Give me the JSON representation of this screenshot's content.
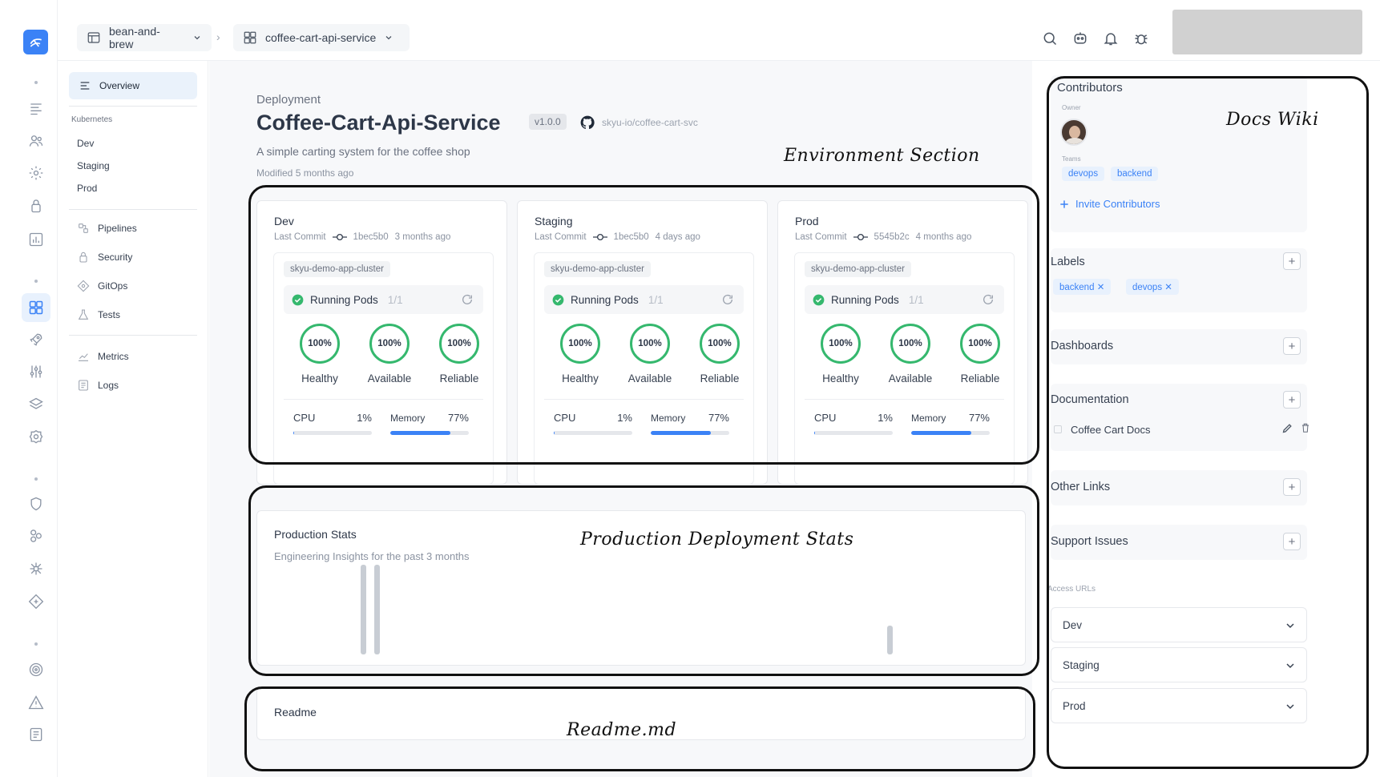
{
  "rail": {
    "icons": [
      "logo-icon",
      "dot",
      "menu-lines-icon",
      "users-icon",
      "settings-icon",
      "lock-icon",
      "bar-chart-icon",
      "dot",
      "services-grid-icon",
      "rocket-icon",
      "sliders-icon",
      "layers-icon",
      "badge-icon",
      "dot",
      "shield-icon",
      "hexagons-icon",
      "cluster-icon",
      "diamond-icon",
      "dot",
      "target-icon",
      "warning-icon",
      "document-icon"
    ]
  },
  "topbar": {
    "org": "bean-and-brew",
    "service": "coffee-cart-api-service",
    "separator": "›"
  },
  "sidebar": {
    "overview": "Overview",
    "kubernetes_label": "Kubernetes",
    "environments": [
      "Dev",
      "Staging",
      "Prod"
    ],
    "tools": [
      "Pipelines",
      "Security",
      "GitOps",
      "Tests"
    ],
    "observability": [
      "Metrics",
      "Logs"
    ]
  },
  "deployment": {
    "label": "Deployment",
    "title": "Coffee-Cart-Api-Service",
    "version": "v1.0.0",
    "repo": "skyu-io/coffee-cart-svc",
    "description": "A simple carting system for the coffee shop",
    "modified": "Modified 5 months ago"
  },
  "environments": [
    {
      "name": "Dev",
      "last_commit_label": "Last Commit",
      "commit": "1bec5b0",
      "time": "3 months ago",
      "cluster": "skyu-demo-app-cluster",
      "pods_label": "Running Pods",
      "pods": "1/1",
      "metrics": [
        {
          "value": "100%",
          "label": "Healthy"
        },
        {
          "value": "100%",
          "label": "Available"
        },
        {
          "value": "100%",
          "label": "Reliable"
        }
      ],
      "cpu_label": "CPU",
      "cpu": "1%",
      "cpu_frac": 0.01,
      "memory_label": "Memory",
      "memory": "77%",
      "memory_frac": 0.77
    },
    {
      "name": "Staging",
      "last_commit_label": "Last Commit",
      "commit": "1bec5b0",
      "time": "4 days ago",
      "cluster": "skyu-demo-app-cluster",
      "pods_label": "Running Pods",
      "pods": "1/1",
      "metrics": [
        {
          "value": "100%",
          "label": "Healthy"
        },
        {
          "value": "100%",
          "label": "Available"
        },
        {
          "value": "100%",
          "label": "Reliable"
        }
      ],
      "cpu_label": "CPU",
      "cpu": "1%",
      "cpu_frac": 0.01,
      "memory_label": "Memory",
      "memory": "77%",
      "memory_frac": 0.77
    },
    {
      "name": "Prod",
      "last_commit_label": "Last Commit",
      "commit": "5545b2c",
      "time": "4 months ago",
      "cluster": "skyu-demo-app-cluster",
      "pods_label": "Running Pods",
      "pods": "1/1",
      "metrics": [
        {
          "value": "100%",
          "label": "Healthy"
        },
        {
          "value": "100%",
          "label": "Available"
        },
        {
          "value": "100%",
          "label": "Reliable"
        }
      ],
      "cpu_label": "CPU",
      "cpu": "1%",
      "cpu_frac": 0.01,
      "memory_label": "Memory",
      "memory": "77%",
      "memory_frac": 0.77
    }
  ],
  "stats": {
    "title": "Production Stats",
    "subtitle": "Engineering Insights for the past 3 months",
    "bar_levels": [
      1.0,
      1.0,
      0.32
    ]
  },
  "readme": {
    "title": "Readme"
  },
  "right_panel": {
    "contributors": {
      "title": "Contributors",
      "owner_label": "Owner",
      "teams_label": "Teams",
      "teams": [
        "devops",
        "backend"
      ],
      "invite": "Invite Contributors"
    },
    "labels": {
      "title": "Labels",
      "items": [
        "backend",
        "devops"
      ]
    },
    "dashboards": {
      "title": "Dashboards"
    },
    "documentation": {
      "title": "Documentation",
      "doc": "Coffee Cart Docs"
    },
    "other_links": {
      "title": "Other Links"
    },
    "support_issues": {
      "title": "Support Issues"
    },
    "access_urls": {
      "title": "Access URLs",
      "items": [
        "Dev",
        "Staging",
        "Prod"
      ]
    }
  },
  "annotations": {
    "environment": "Environment Section",
    "docs": "Docs Wiki",
    "stats": "Production Deployment Stats",
    "readme": "Readme.md"
  },
  "colors": {
    "accent": "#3b82f6",
    "healthy": "#35b86e"
  }
}
